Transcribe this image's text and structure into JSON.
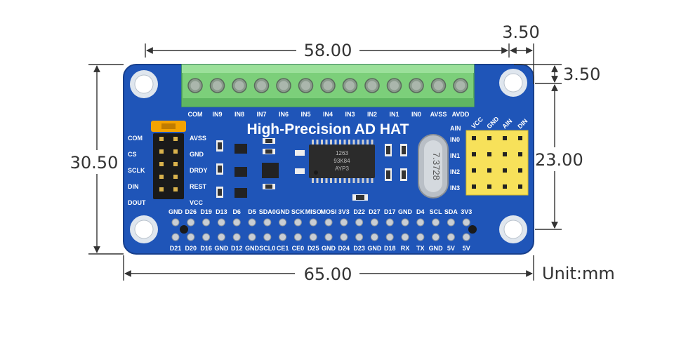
{
  "dimensions": {
    "top_width": "58.00",
    "corner_offset_x": "3.50",
    "corner_offset_y": "3.50",
    "left_height": "30.50",
    "hole_spacing_y": "23.00",
    "bottom_width": "65.00",
    "unit": "Unit:mm"
  },
  "board": {
    "title": "High-Precision AD HAT",
    "terminal_labels": [
      "COM",
      "IN9",
      "IN8",
      "IN7",
      "IN6",
      "IN5",
      "IN4",
      "IN3",
      "IN2",
      "IN1",
      "IN0",
      "AVSS",
      "AVDD"
    ],
    "left_header_left": [
      "COM",
      "CS",
      "SCLK",
      "DIN",
      "DOUT"
    ],
    "left_header_right": [
      "AVSS",
      "GND",
      "DRDY",
      "REST",
      "VCC"
    ],
    "right_header_top": [
      "VCC",
      "GND",
      "AIN",
      "DIN"
    ],
    "right_header_side": [
      "IN0",
      "IN1",
      "IN2",
      "IN3"
    ],
    "right_header_corner": "AIN",
    "gpio_top": [
      "GND",
      "D26",
      "D19",
      "D13",
      "D6",
      "D5",
      "SDA0",
      "GND",
      "SCK",
      "MISO",
      "MOSI",
      "3V3",
      "D22",
      "D27",
      "D17",
      "GND",
      "D4",
      "SCL",
      "SDA",
      "3V3"
    ],
    "gpio_bottom": [
      "D21",
      "D20",
      "D16",
      "GND",
      "D12",
      "GND",
      "SCL0",
      "CE1",
      "CE0",
      "D25",
      "GND",
      "D24",
      "D23",
      "GND",
      "D18",
      "RX",
      "TX",
      "GND",
      "5V",
      "5V"
    ],
    "chip_text": [
      "1263",
      "93K84",
      "AYP3"
    ],
    "crystal_text": "7.3728"
  },
  "colors": {
    "pcb": "#1f55b8",
    "terminal": "#7ccf7a",
    "jumper": "#f4a300",
    "header_yellow": "#f7e15a",
    "dimension_line": "#333333"
  }
}
